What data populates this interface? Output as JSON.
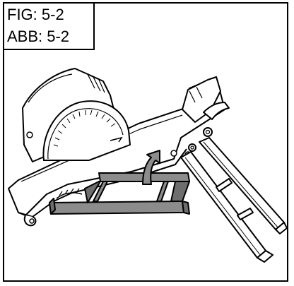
{
  "figure": {
    "fig_label": "FIG: 5-2",
    "abb_label": "ABB: 5-2"
  },
  "colors": {
    "line": "#000000",
    "background": "#ffffff",
    "highlight_bar": "#8c8c8c",
    "highlight_bar_dark": "#6e6e6e"
  },
  "illustration": {
    "subject": "saw-on-stand-with-folding-legs",
    "arrow": "curved-up-arrow"
  }
}
